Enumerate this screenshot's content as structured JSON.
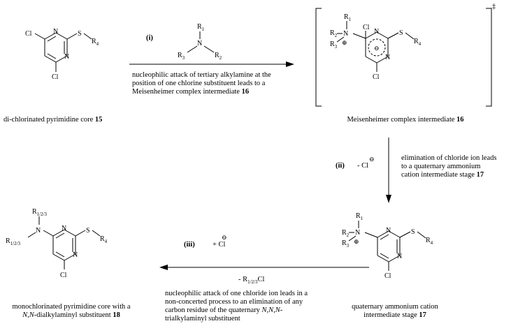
{
  "steps": {
    "i_label": "(i)",
    "i_desc_1": "nucleophilic attack of tertiary alkylamine at the",
    "i_desc_2": "position of one chlorine substituent leads to a",
    "i_desc_3": "Meisenheimer complex intermediate ",
    "i_desc_num": "16",
    "ii_label": "(ii)",
    "ii_minus": "- Cl",
    "ii_desc_1": "elimination of chloride ion leads",
    "ii_desc_2": "to a quaternary ammonium",
    "ii_desc_3": "cation intermediate stage ",
    "ii_desc_num": "17",
    "iii_label": "(iii)",
    "iii_plus": "+ Cl",
    "iii_minus_reagent": "- R",
    "iii_minus_reagent_sub": "1/2/3",
    "iii_minus_reagent_tail": "Cl",
    "iii_desc_1": "nucleophilic attack of one chloride ion leads in a",
    "iii_desc_2": "non-concerted process to an elimination of any",
    "iii_desc_3a": "carbon residue of the quaternary ",
    "iii_desc_3b": "N,N,N",
    "iii_desc_3c": "-",
    "iii_desc_4": "trialkylaminyl substituent"
  },
  "compounds": {
    "c15_label": "di-chlorinated pyrimidine core ",
    "c15_num": "15",
    "c16_label": "Meisenheimer complex intermediate ",
    "c16_num": "16",
    "c17_label_1": "quaternary ammonium cation",
    "c17_label_2": "intermediate stage ",
    "c17_num": "17",
    "c18_label_1": "monochlorinated pyrimidine core with a",
    "c18_label_2a": "N,N",
    "c18_label_2b": "-dialkylaminyl substituent ",
    "c18_num": "18"
  },
  "atoms": {
    "Cl": "Cl",
    "N": "N",
    "S": "S",
    "R": "R",
    "s1": "1",
    "s2": "2",
    "s3": "3",
    "s4": "4",
    "s123": "1/2/3",
    "plus": "⊕",
    "minus": "⊖",
    "dagger": "‡"
  }
}
